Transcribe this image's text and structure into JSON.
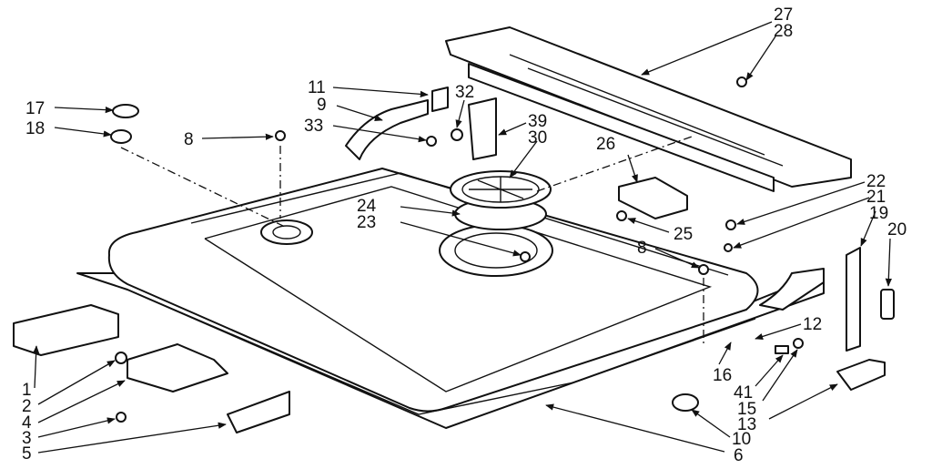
{
  "callouts": {
    "c1": "1",
    "c2": "2",
    "c3": "3",
    "c4": "4",
    "c5": "5",
    "c6": "6",
    "c8a": "8",
    "c8b": "8",
    "c9": "9",
    "c10": "10",
    "c11": "11",
    "c12": "12",
    "c13": "13",
    "c15": "15",
    "c16": "16",
    "c17": "17",
    "c18": "18",
    "c19": "19",
    "c20": "20",
    "c21": "21",
    "c22": "22",
    "c23": "23",
    "c24": "24",
    "c25": "25",
    "c26": "26",
    "c27": "27",
    "c28": "28",
    "c30": "30",
    "c32": "32",
    "c33": "33",
    "c39": "39",
    "c41": "41"
  }
}
